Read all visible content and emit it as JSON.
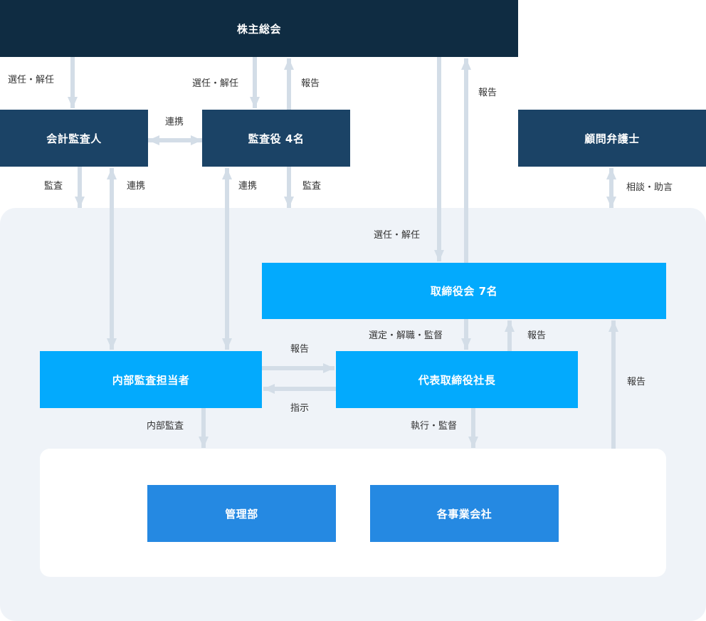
{
  "nodes": {
    "shareholders": "株主総会",
    "accounting_auditor": "会計監査人",
    "auditors": "監査役 4名",
    "legal_advisor": "顧問弁護士",
    "board": "取締役会 7名",
    "internal_audit": "内部監査担当者",
    "president": "代表取締役社長",
    "admin_dept": "管理部",
    "group_companies": "各事業会社"
  },
  "labels": {
    "elect_dismiss": "選任・解任",
    "report": "報告",
    "cooperation": "連携",
    "audit": "監査",
    "consult_advice": "相談・助言",
    "select_dismiss_supervise": "選定・解職・監督",
    "instruction": "指示",
    "internal_audit": "内部監査",
    "execute_supervise": "執行・監督"
  },
  "colors": {
    "shareholders": "#0f2c42",
    "tier1": "#1b4366",
    "tier2": "#03aafd",
    "departments": "#2589e2",
    "arrow": "#d3dde7",
    "panel": "#eff3f8"
  }
}
